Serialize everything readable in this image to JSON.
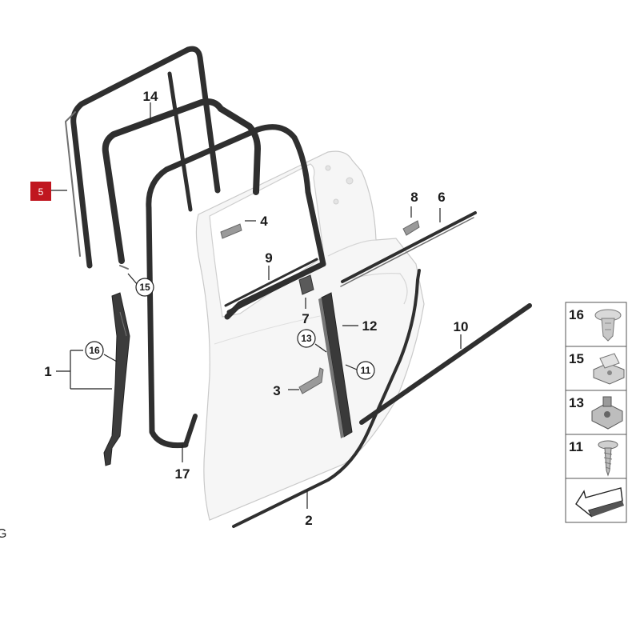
{
  "callouts": {
    "c1": "1",
    "c2": "2",
    "c3": "3",
    "c4": "4",
    "c5": "5",
    "c6": "6",
    "c7": "7",
    "c8": "8",
    "c9": "9",
    "c10": "10",
    "c12": "12",
    "c14": "14",
    "c17": "17"
  },
  "circled": {
    "c15": "15",
    "c16": "16",
    "c13": "13",
    "c11": "11"
  },
  "legend": {
    "items": [
      {
        "number": "16",
        "icon": "push-clip-icon"
      },
      {
        "number": "15",
        "icon": "nut-clip-icon"
      },
      {
        "number": "13",
        "icon": "expanding-nut-icon"
      },
      {
        "number": "11",
        "icon": "screw-icon"
      }
    ],
    "arrow_icon": "direction-arrow-icon"
  },
  "edge_text": "G",
  "colors": {
    "highlight": "#c0161f",
    "seal": "#2f2f2f",
    "door": "#f6f6f6"
  }
}
